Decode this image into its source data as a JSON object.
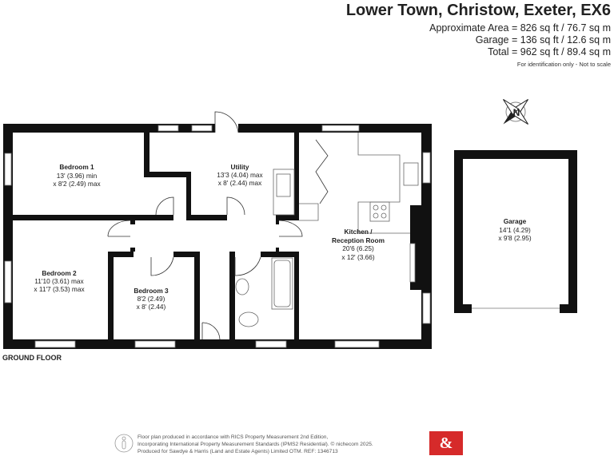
{
  "header": {
    "title": "Lower Town, Christow, Exeter, EX6",
    "approximate_area": "Approximate Area = 826 sq ft / 76.7 sq m",
    "garage_area": "Garage = 136 sq ft / 12.6 sq m",
    "total_area": "Total = 962 sq ft / 89.4 sq m",
    "disclaimer": "For identification only - Not to scale"
  },
  "compass": {
    "label": "N"
  },
  "rooms": [
    {
      "name": "Bedroom 1",
      "dim1": "13' (3.96) min",
      "dim2": "x 8'2 (2.49) max"
    },
    {
      "name": "Utility",
      "dim1": "13'3 (4.04) max",
      "dim2": "x 8' (2.44) max"
    },
    {
      "name": "Kitchen /",
      "name2": "Reception Room",
      "dim1": "20'6 (6.25)",
      "dim2": "x 12' (3.66)"
    },
    {
      "name": "Bedroom 2",
      "dim1": "11'10 (3.61) max",
      "dim2": "x 11'7 (3.53) max"
    },
    {
      "name": "Bedroom 3",
      "dim1": "8'2 (2.49)",
      "dim2": "x 8' (2.44)"
    },
    {
      "name": "Garage",
      "dim1": "14'1 (4.29)",
      "dim2": "x 9'8 (2.95)"
    }
  ],
  "floor_label": "GROUND FLOOR",
  "footer": {
    "line1": "Floor plan produced in accordance with RICS Property Measurement 2nd Edition,",
    "line2": "Incorporating International Property Measurement Standards (IPMS2 Residential).   © nichecom 2025.",
    "line3": "Produced for Sawdye & Harris (Land and Estate Agents) Limited OTM.   REF:  1346713"
  },
  "logo": {
    "text": "&",
    "color": "#d62a2a"
  }
}
